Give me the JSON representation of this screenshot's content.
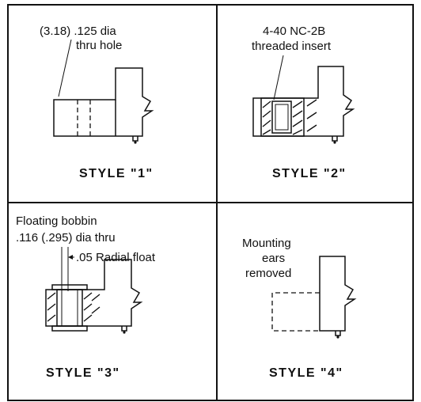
{
  "panels": [
    {
      "caption": "STYLE \"1\"",
      "notes": [
        "(3.18) .125 dia",
        "thru hole"
      ]
    },
    {
      "caption": "STYLE \"2\"",
      "notes": [
        "4-40 NC-2B",
        "threaded insert"
      ]
    },
    {
      "caption": "STYLE \"3\"",
      "notes": [
        "Floating bobbin",
        ".116 (.295) dia thru",
        ".05 Radial float"
      ]
    },
    {
      "caption": "STYLE \"4\"",
      "notes": [
        "Mounting",
        "ears",
        "removed"
      ]
    }
  ]
}
